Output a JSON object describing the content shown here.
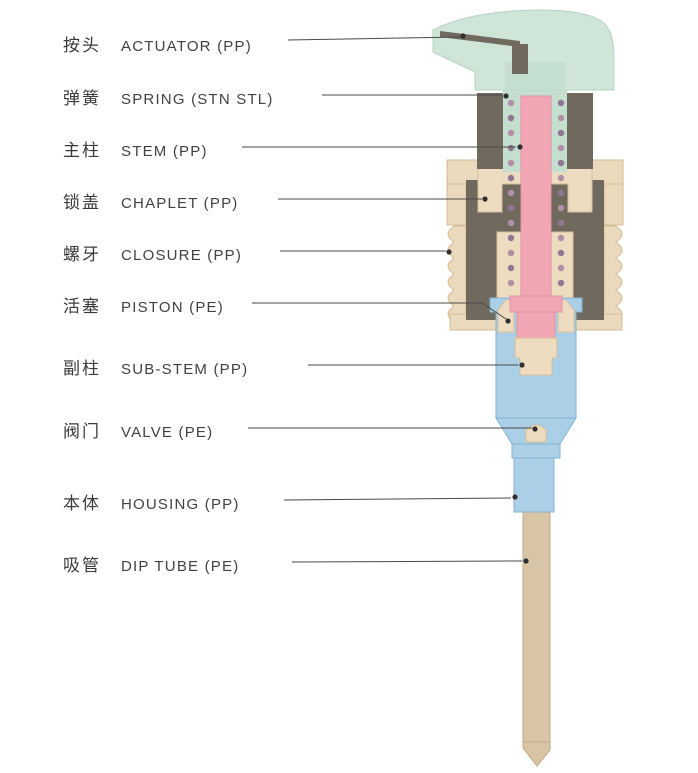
{
  "parts": [
    {
      "id": "actuator",
      "zh": "按头",
      "en": "ACTUATOR (PP)"
    },
    {
      "id": "spring",
      "zh": "弹簧",
      "en": "SPRING (STN STL)"
    },
    {
      "id": "stem",
      "zh": "主柱",
      "en": "STEM (PP)"
    },
    {
      "id": "chaplet",
      "zh": "锁盖",
      "en": "CHAPLET (PP)"
    },
    {
      "id": "closure",
      "zh": "螺牙",
      "en": "CLOSURE (PP)"
    },
    {
      "id": "piston",
      "zh": "活塞",
      "en": "PISTON (PE)"
    },
    {
      "id": "sub_stem",
      "zh": "副柱",
      "en": "SUB-STEM (PP)"
    },
    {
      "id": "valve",
      "zh": "阀门",
      "en": "VALVE (PE)"
    },
    {
      "id": "housing",
      "zh": "本体",
      "en": "HOUSING (PP)"
    },
    {
      "id": "dip_tube",
      "zh": "吸管",
      "en": "DIP TUBE (PE)"
    }
  ],
  "colors": {
    "actuator_green": "#cfe5d8",
    "stem_pink": "#f2a6b4",
    "housing_blue": "#abcfe6",
    "closure_tan": "#ead9bc",
    "chaplet_cream": "#eddcc0",
    "dip_tube_tan": "#d8c5a6",
    "cavity_gray": "#6f695e",
    "spring_dot": "#a8869e",
    "line_gray": "#4a4a4a"
  }
}
